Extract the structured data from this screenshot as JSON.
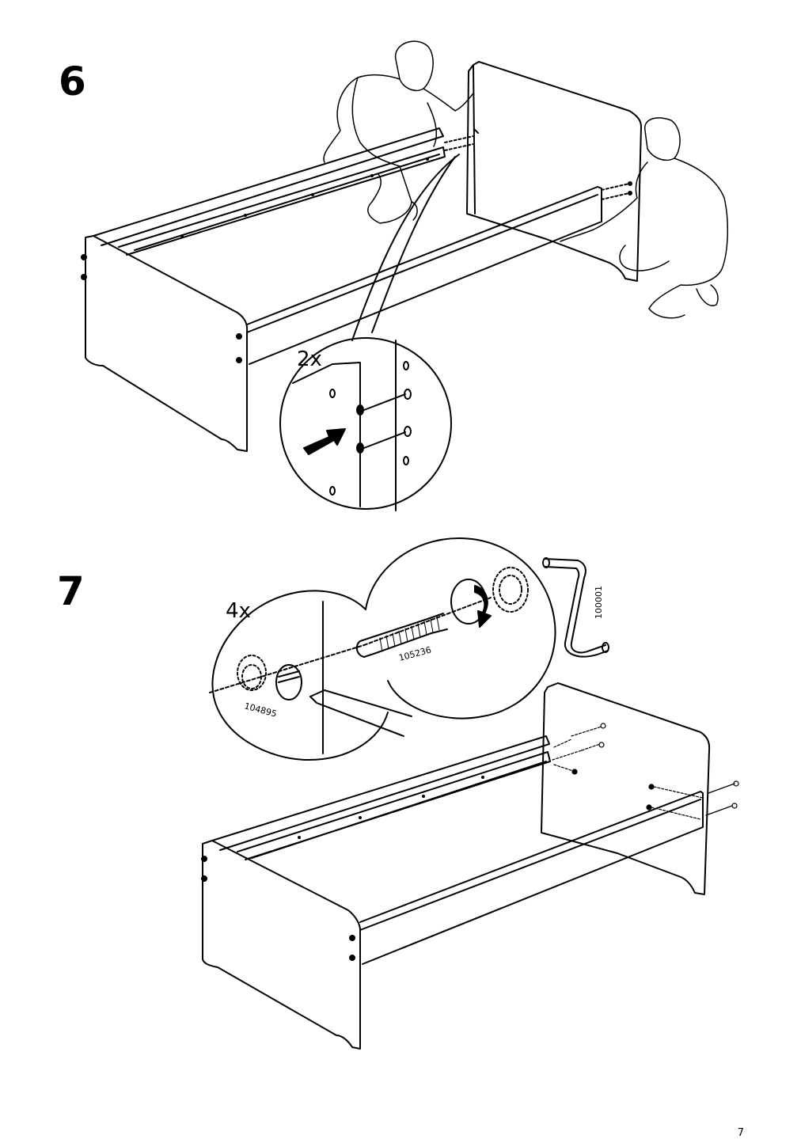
{
  "steps": [
    {
      "number": "6",
      "quantity": "2x"
    },
    {
      "number": "7",
      "quantity": "4x"
    }
  ],
  "parts": {
    "bolt": "105236",
    "cam_nut": "104895",
    "allen_key": "100001"
  },
  "page_number": "7",
  "icons": [
    "arrow-right-icon",
    "rotate-arrow-icon",
    "screwdriver-icon",
    "allen-key-icon"
  ]
}
